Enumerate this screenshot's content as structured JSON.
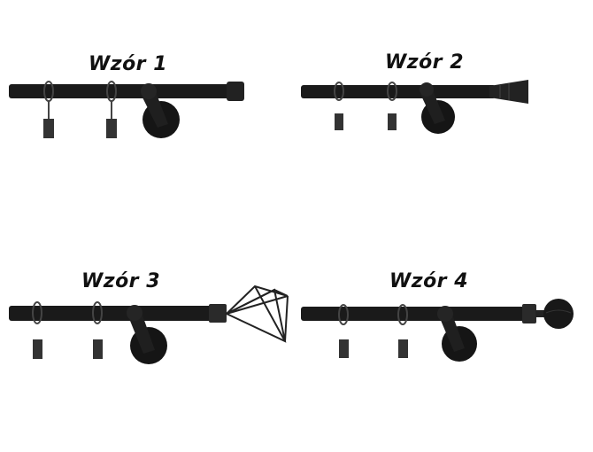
{
  "variants": [
    {
      "label": "Wzór 1",
      "finial": "cylinder-cap"
    },
    {
      "label": "Wzór 2",
      "finial": "cone"
    },
    {
      "label": "Wzór 3",
      "finial": "wire-diamond"
    },
    {
      "label": "Wzór 4",
      "finial": "ball"
    }
  ],
  "colors": {
    "rod": "#1a1a1a",
    "ring": "#3a3a3a",
    "background": "#ffffff"
  }
}
